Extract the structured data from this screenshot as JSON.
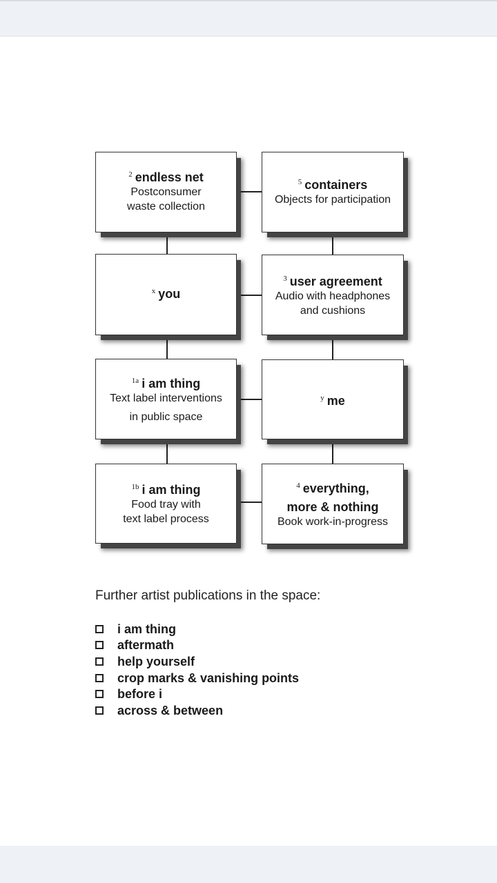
{
  "boxes": {
    "endless_net": {
      "num": "2",
      "title": "endless net",
      "lines": [
        "Postconsumer",
        "waste collection"
      ]
    },
    "containers": {
      "num": "5",
      "title": "containers",
      "lines": [
        "Objects for participation"
      ]
    },
    "you": {
      "num": "x",
      "title": "you"
    },
    "user_agreement": {
      "num": "3",
      "title": "user agreement",
      "lines": [
        "Audio with headphones",
        "and cushions"
      ]
    },
    "i_am_thing_1a": {
      "num": "1a",
      "title": "i am thing",
      "lines": [
        "Text label interventions",
        "in public space"
      ]
    },
    "me": {
      "num": "y",
      "title": "me"
    },
    "i_am_thing_1b": {
      "num": "1b",
      "title": "i am thing",
      "lines": [
        "Food tray with",
        "text label process"
      ]
    },
    "everything": {
      "num": "4",
      "title_lines": [
        "everything,",
        "more & nothing"
      ],
      "lines": [
        "Book work-in-progress"
      ]
    }
  },
  "further": {
    "heading": "Further artist publications in the space:",
    "items": [
      "i am thing",
      "aftermath",
      "help yourself",
      "crop marks & vanishing points",
      "before i",
      "across & between"
    ]
  }
}
